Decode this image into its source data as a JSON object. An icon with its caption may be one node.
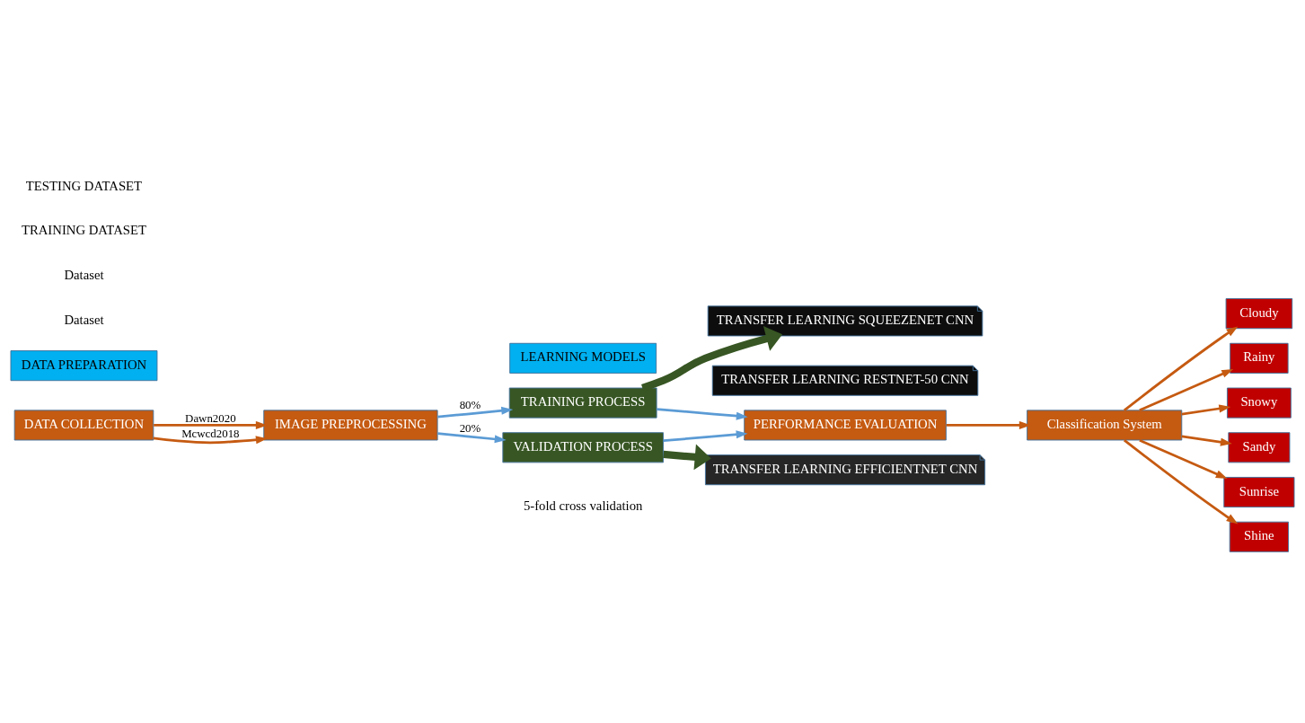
{
  "diagram": {
    "nodes": [
      {
        "text": [
          "DATA PREPARATION"
        ]
      },
      {
        "text": [
          "DATA COLLECTION"
        ]
      },
      {
        "text": [
          "IMAGE PREPROCESSING"
        ]
      },
      {
        "text": [
          "LEARNING MODELS"
        ]
      },
      {
        "text": [
          "TRAINING PROCESS"
        ]
      },
      {
        "text": [
          "TRANSFER LEARNING SQUEEZENET CNN"
        ]
      },
      {
        "text": [
          "TRANSFER LEARNING RESTNET-50 CNN"
        ]
      },
      {
        "text": [
          "TRANSFER LEARNING EFFICIENTNET CNN"
        ]
      },
      {
        "text": [
          "VALIDATION PROCESS"
        ],
        "beside": [
          "5-fold cross validation"
        ]
      },
      {
        "text": [
          "PERFORMANCE EVALUATION"
        ]
      },
      {
        "text": [
          "Classification System"
        ]
      },
      {
        "text": [
          "Cloudy"
        ]
      },
      {
        "text": [
          "Rainy"
        ]
      },
      {
        "text": [
          "Snowy"
        ]
      },
      {
        "text": [
          "Sandy"
        ]
      },
      {
        "text": [
          "Sunrise"
        ]
      },
      {
        "text": [
          "Shine"
        ]
      }
    ],
    "edges": [
      {
        "from": 1,
        "to": 2,
        "arrow": "to",
        "label": "Dawn2020"
      },
      {
        "from": 1,
        "to": 2,
        "arrow": "to",
        "label": "Mcwcd2018"
      },
      {
        "from": 2,
        "to": 4,
        "arrow": "to",
        "label": "80%",
        "color": "#5b9bd5"
      },
      {
        "from": 2,
        "to": 8,
        "arrow": "to",
        "label": "20%",
        "color": "#5b9bd5"
      },
      {
        "from": 4,
        "to": 5,
        "arrow": "to",
        "style": "thick",
        "color": "#375623"
      },
      {
        "from": 8,
        "to": 7,
        "arrow": "to",
        "style": "thick",
        "color": "#375623"
      },
      {
        "from": 4,
        "to": 9,
        "arrow": "to",
        "color": "#5b9bd5"
      },
      {
        "from": 8,
        "to": 9,
        "arrow": "to",
        "color": "#5b9bd5"
      },
      {
        "from": 9,
        "to": 10,
        "arrow": "to"
      },
      {
        "from": 10,
        "to": 11,
        "arrow": "to"
      },
      {
        "from": 10,
        "to": 12,
        "arrow": "to"
      },
      {
        "from": 10,
        "to": 13,
        "arrow": "to"
      },
      {
        "from": 10,
        "to": 14,
        "arrow": "to"
      },
      {
        "from": 10,
        "to": 15,
        "arrow": "to"
      },
      {
        "from": 10,
        "to": 16,
        "arrow": "to"
      }
    ],
    "labels": [
      "Dataset",
      "Dataset",
      "TRAINING DATASET",
      "TESTING DATASET"
    ]
  }
}
